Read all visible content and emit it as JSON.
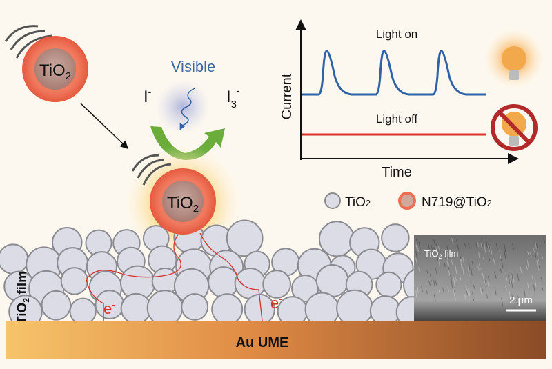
{
  "particles": {
    "label": "TiO",
    "sub": "2"
  },
  "light": {
    "label": "Visible",
    "reactant": "I",
    "reactant_sup": "-",
    "product": "I",
    "product_sub": "3",
    "product_sup": "-"
  },
  "chart": {
    "ylabel": "Current",
    "xlabel": "Time",
    "light_on_label": "Light on",
    "light_off_label": "Light off"
  },
  "legend": {
    "items": [
      {
        "label": "TiO",
        "sub": "2"
      },
      {
        "label": "N719@TiO",
        "sub": "2"
      }
    ]
  },
  "film": {
    "label": "TiO",
    "sub": "2",
    "suffix": " film",
    "electron": "e",
    "electron_sup": "-"
  },
  "electrode": {
    "label": "Au UME"
  },
  "sem_inset": {
    "label": "TiO",
    "sub": "2",
    "suffix": " film",
    "scale": "2 μm"
  },
  "colors": {
    "shell": "#ee6e52",
    "core": "#b79088",
    "blue": "#2f62a6",
    "red": "#d8312a",
    "green": "#6aad3a",
    "film": "#dcdce6"
  }
}
